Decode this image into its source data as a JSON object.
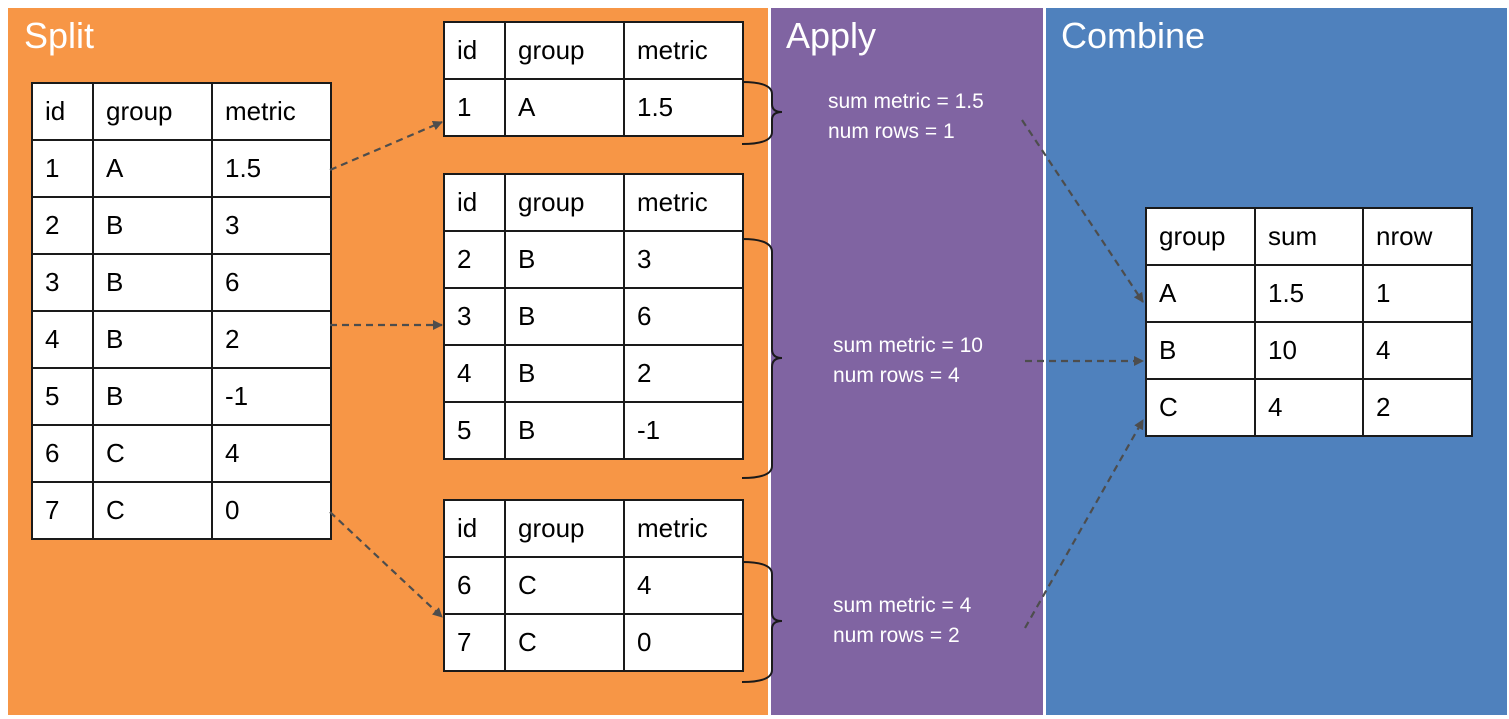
{
  "colors": {
    "split": "#f79646",
    "apply": "#8064a2",
    "combine": "#4f81bd",
    "arrow": "#4d4d4d"
  },
  "panels": {
    "split_title": "Split",
    "apply_title": "Apply",
    "combine_title": "Combine"
  },
  "source_table": {
    "headers": [
      "id",
      "group",
      "metric"
    ],
    "rows": [
      [
        "1",
        "A",
        "1.5"
      ],
      [
        "2",
        "B",
        "3"
      ],
      [
        "3",
        "B",
        "6"
      ],
      [
        "4",
        "B",
        "2"
      ],
      [
        "5",
        "B",
        "-1"
      ],
      [
        "6",
        "C",
        "4"
      ],
      [
        "7",
        "C",
        "0"
      ]
    ]
  },
  "split_tables": [
    {
      "headers": [
        "id",
        "group",
        "metric"
      ],
      "rows": [
        [
          "1",
          "A",
          "1.5"
        ]
      ]
    },
    {
      "headers": [
        "id",
        "group",
        "metric"
      ],
      "rows": [
        [
          "2",
          "B",
          "3"
        ],
        [
          "3",
          "B",
          "6"
        ],
        [
          "4",
          "B",
          "2"
        ],
        [
          "5",
          "B",
          "-1"
        ]
      ]
    },
    {
      "headers": [
        "id",
        "group",
        "metric"
      ],
      "rows": [
        [
          "6",
          "C",
          "4"
        ],
        [
          "7",
          "C",
          "0"
        ]
      ]
    }
  ],
  "apply_notes": [
    {
      "line1": "sum metric = 1.5",
      "line2": "num rows = 1"
    },
    {
      "line1": "sum metric = 10",
      "line2": "num rows = 4"
    },
    {
      "line1": "sum metric = 4",
      "line2": "num rows = 2"
    }
  ],
  "result_table": {
    "headers": [
      "group",
      "sum",
      "nrow"
    ],
    "rows": [
      [
        "A",
        "1.5",
        "1"
      ],
      [
        "B",
        "10",
        "4"
      ],
      [
        "C",
        "4",
        "2"
      ]
    ]
  }
}
